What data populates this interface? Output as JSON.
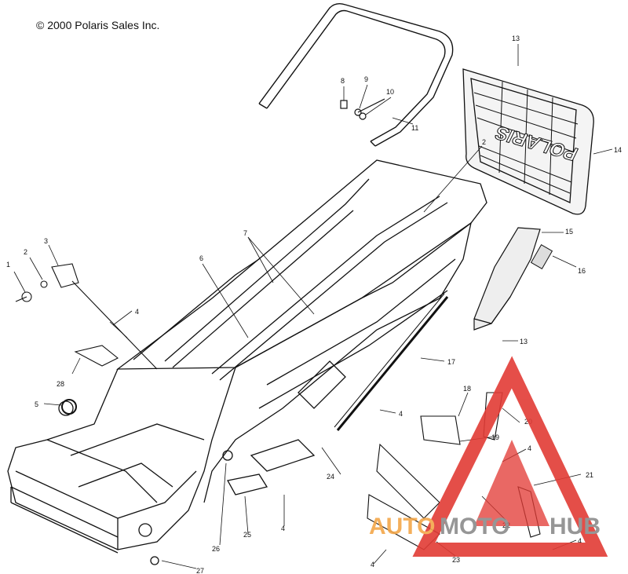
{
  "copyright": "© 2000 Polaris Sales Inc.",
  "callouts": [
    {
      "id": "c1",
      "label": "1"
    },
    {
      "id": "c2a",
      "label": "2"
    },
    {
      "id": "c2b",
      "label": "2"
    },
    {
      "id": "c3",
      "label": "3"
    },
    {
      "id": "c4a",
      "label": "4"
    },
    {
      "id": "c4b",
      "label": "4"
    },
    {
      "id": "c4c",
      "label": "4"
    },
    {
      "id": "c4d",
      "label": "4"
    },
    {
      "id": "c4e",
      "label": "4"
    },
    {
      "id": "c4f",
      "label": "4"
    },
    {
      "id": "c5",
      "label": "5"
    },
    {
      "id": "c6",
      "label": "6"
    },
    {
      "id": "c7",
      "label": "7"
    },
    {
      "id": "c8",
      "label": "8"
    },
    {
      "id": "c9",
      "label": "9"
    },
    {
      "id": "c10",
      "label": "10"
    },
    {
      "id": "c11",
      "label": "11"
    },
    {
      "id": "c13a",
      "label": "13"
    },
    {
      "id": "c13b",
      "label": "13"
    },
    {
      "id": "c14",
      "label": "14"
    },
    {
      "id": "c15",
      "label": "15"
    },
    {
      "id": "c16",
      "label": "16"
    },
    {
      "id": "c17",
      "label": "17"
    },
    {
      "id": "c18",
      "label": "18"
    },
    {
      "id": "c19",
      "label": "19"
    },
    {
      "id": "c20",
      "label": "20"
    },
    {
      "id": "c21",
      "label": "21"
    },
    {
      "id": "c22",
      "label": "22"
    },
    {
      "id": "c23",
      "label": "23"
    },
    {
      "id": "c24",
      "label": "24"
    },
    {
      "id": "c25",
      "label": "25"
    },
    {
      "id": "c26",
      "label": "26"
    },
    {
      "id": "c27",
      "label": "27"
    },
    {
      "id": "c28",
      "label": "28"
    }
  ],
  "flap_text": "POLARIS",
  "watermark": {
    "text_auto": "AUTO",
    "text_moto": "MOTO",
    "text_hub": "HUB",
    "red": "#e23b35",
    "orange": "#f3a74a",
    "gray": "#8b8b8b"
  }
}
